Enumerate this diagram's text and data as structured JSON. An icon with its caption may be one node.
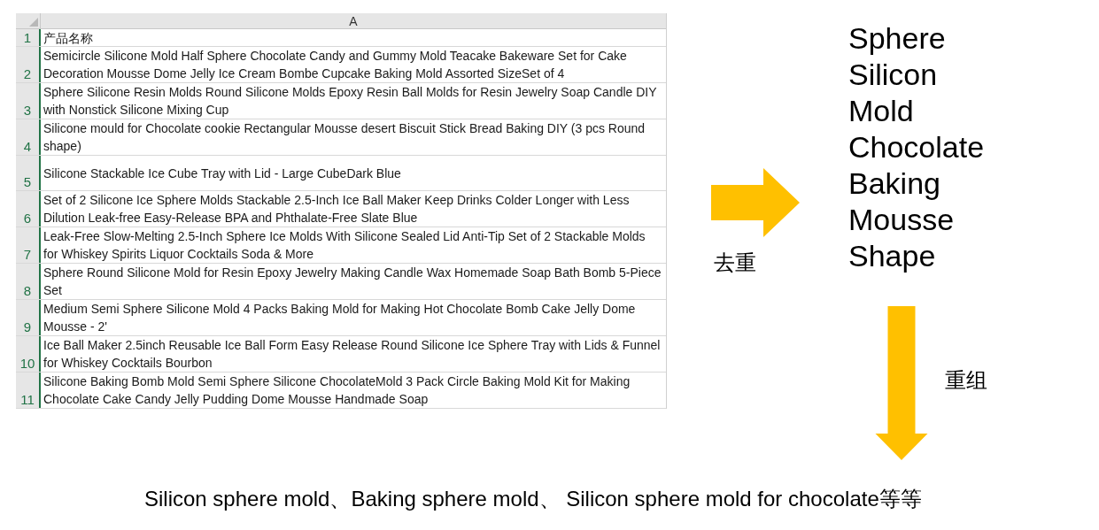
{
  "diagram": {
    "nodes": [
      {
        "text": [
          "A",
          "1",
          "产品名称",
          "2",
          "Semicircle Silicone Mold Half Sphere Chocolate Candy and Gummy Mold Teacake Bakeware Set for Cake Decoration Mousse Dome Jelly Ice Cream Bombe Cupcake Baking Mold Assorted SizeSet of 4",
          "3",
          "Sphere Silicone Resin Molds Round Silicone Molds Epoxy Resin Ball Molds for Resin Jewelry Soap Candle DIY with Nonstick Silicone Mixing Cup",
          "4",
          "Silicone mould for Chocolate cookie Rectangular Mousse desert Biscuit Stick Bread Baking DIY (3 pcs Round shape)",
          "5",
          "Silicone Stackable Ice Cube Tray with Lid - Large CubeDark Blue",
          "6",
          "Set of 2 Silicone Ice Sphere Molds Stackable 2.5-Inch Ice Ball Maker Keep Drinks Colder Longer with Less Dilution Leak-free Easy-Release BPA and Phthalate-Free Slate Blue",
          "7",
          "Leak-Free Slow-Melting 2.5-Inch Sphere Ice Molds With Silicone Sealed Lid Anti-Tip Set of 2 Stackable Molds for Whiskey Spirits Liquor Cocktails Soda & More",
          "8",
          "Sphere Round Silicone Mold for Resin Epoxy Jewelry Making Candle Wax Homemade Soap Bath Bomb 5-Piece Set",
          "9",
          "Medium Semi Sphere Silicone Mold 4 Packs Baking Mold for Making Hot Chocolate Bomb Cake Jelly Dome Mousse - 2'",
          "10",
          "Ice Ball Maker 2.5inch Reusable Ice Ball Form Easy Release Round Silicone Ice Sphere Tray with Lids & Funnel for Whiskey Cocktails Bourbon",
          "11",
          "Silicone Baking Bomb Mold Semi Sphere Silicone ChocolateMold 3 Pack Circle Baking Mold Kit for Making Chocolate Cake Candy Jelly Pudding Dome Mousse Handmade Soap"
        ]
      },
      {
        "text": [
          "Sphere",
          "Silicon",
          "Mold",
          "Chocolate",
          "Baking",
          "Mousse",
          "Shape"
        ]
      },
      {
        "text": [
          "Silicon sphere mold、Baking sphere mold、 Silicon sphere mold for chocolate等等"
        ]
      }
    ],
    "edges": [
      {
        "from": 0,
        "to": 1,
        "arrow": "to",
        "label": "去重",
        "style": "thick",
        "color": "#ffc000"
      },
      {
        "from": 1,
        "to": 2,
        "arrow": "to",
        "label": "重组",
        "style": "thick",
        "color": "#ffc000"
      }
    ]
  }
}
